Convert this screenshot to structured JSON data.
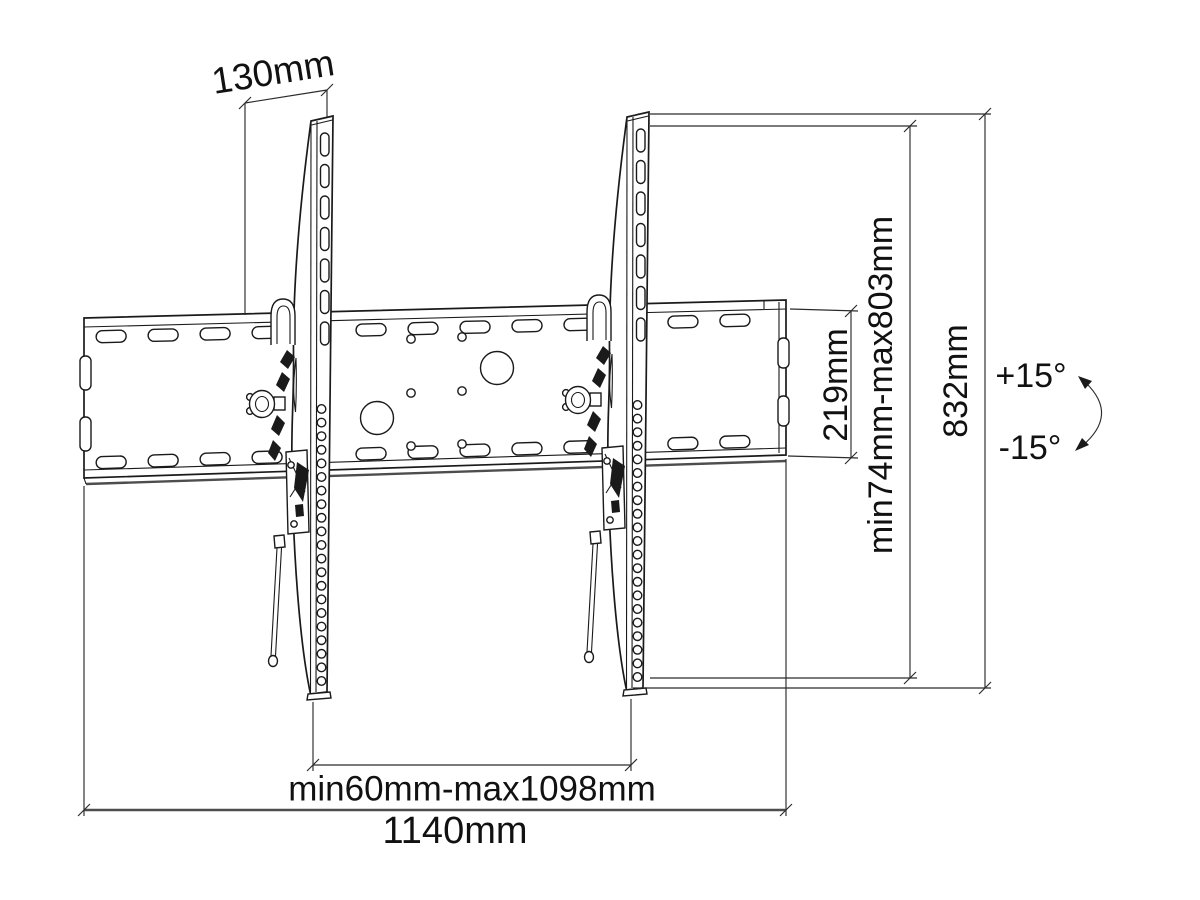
{
  "diagram": {
    "labels": {
      "bracket_offset": "130mm",
      "plate_height": "219mm",
      "vertical_adjustment": "min74mm-max803mm",
      "arm_height": "832mm",
      "tilt_up": "+15°",
      "tilt_down": "-15°",
      "arm_spacing": "min60mm-max1098mm",
      "plate_width": "1140mm"
    },
    "colors": {
      "line": "#1a1a1a",
      "dimension": "#2b2b2b",
      "baseline": "#4d4d4d",
      "background": "#ffffff"
    }
  }
}
